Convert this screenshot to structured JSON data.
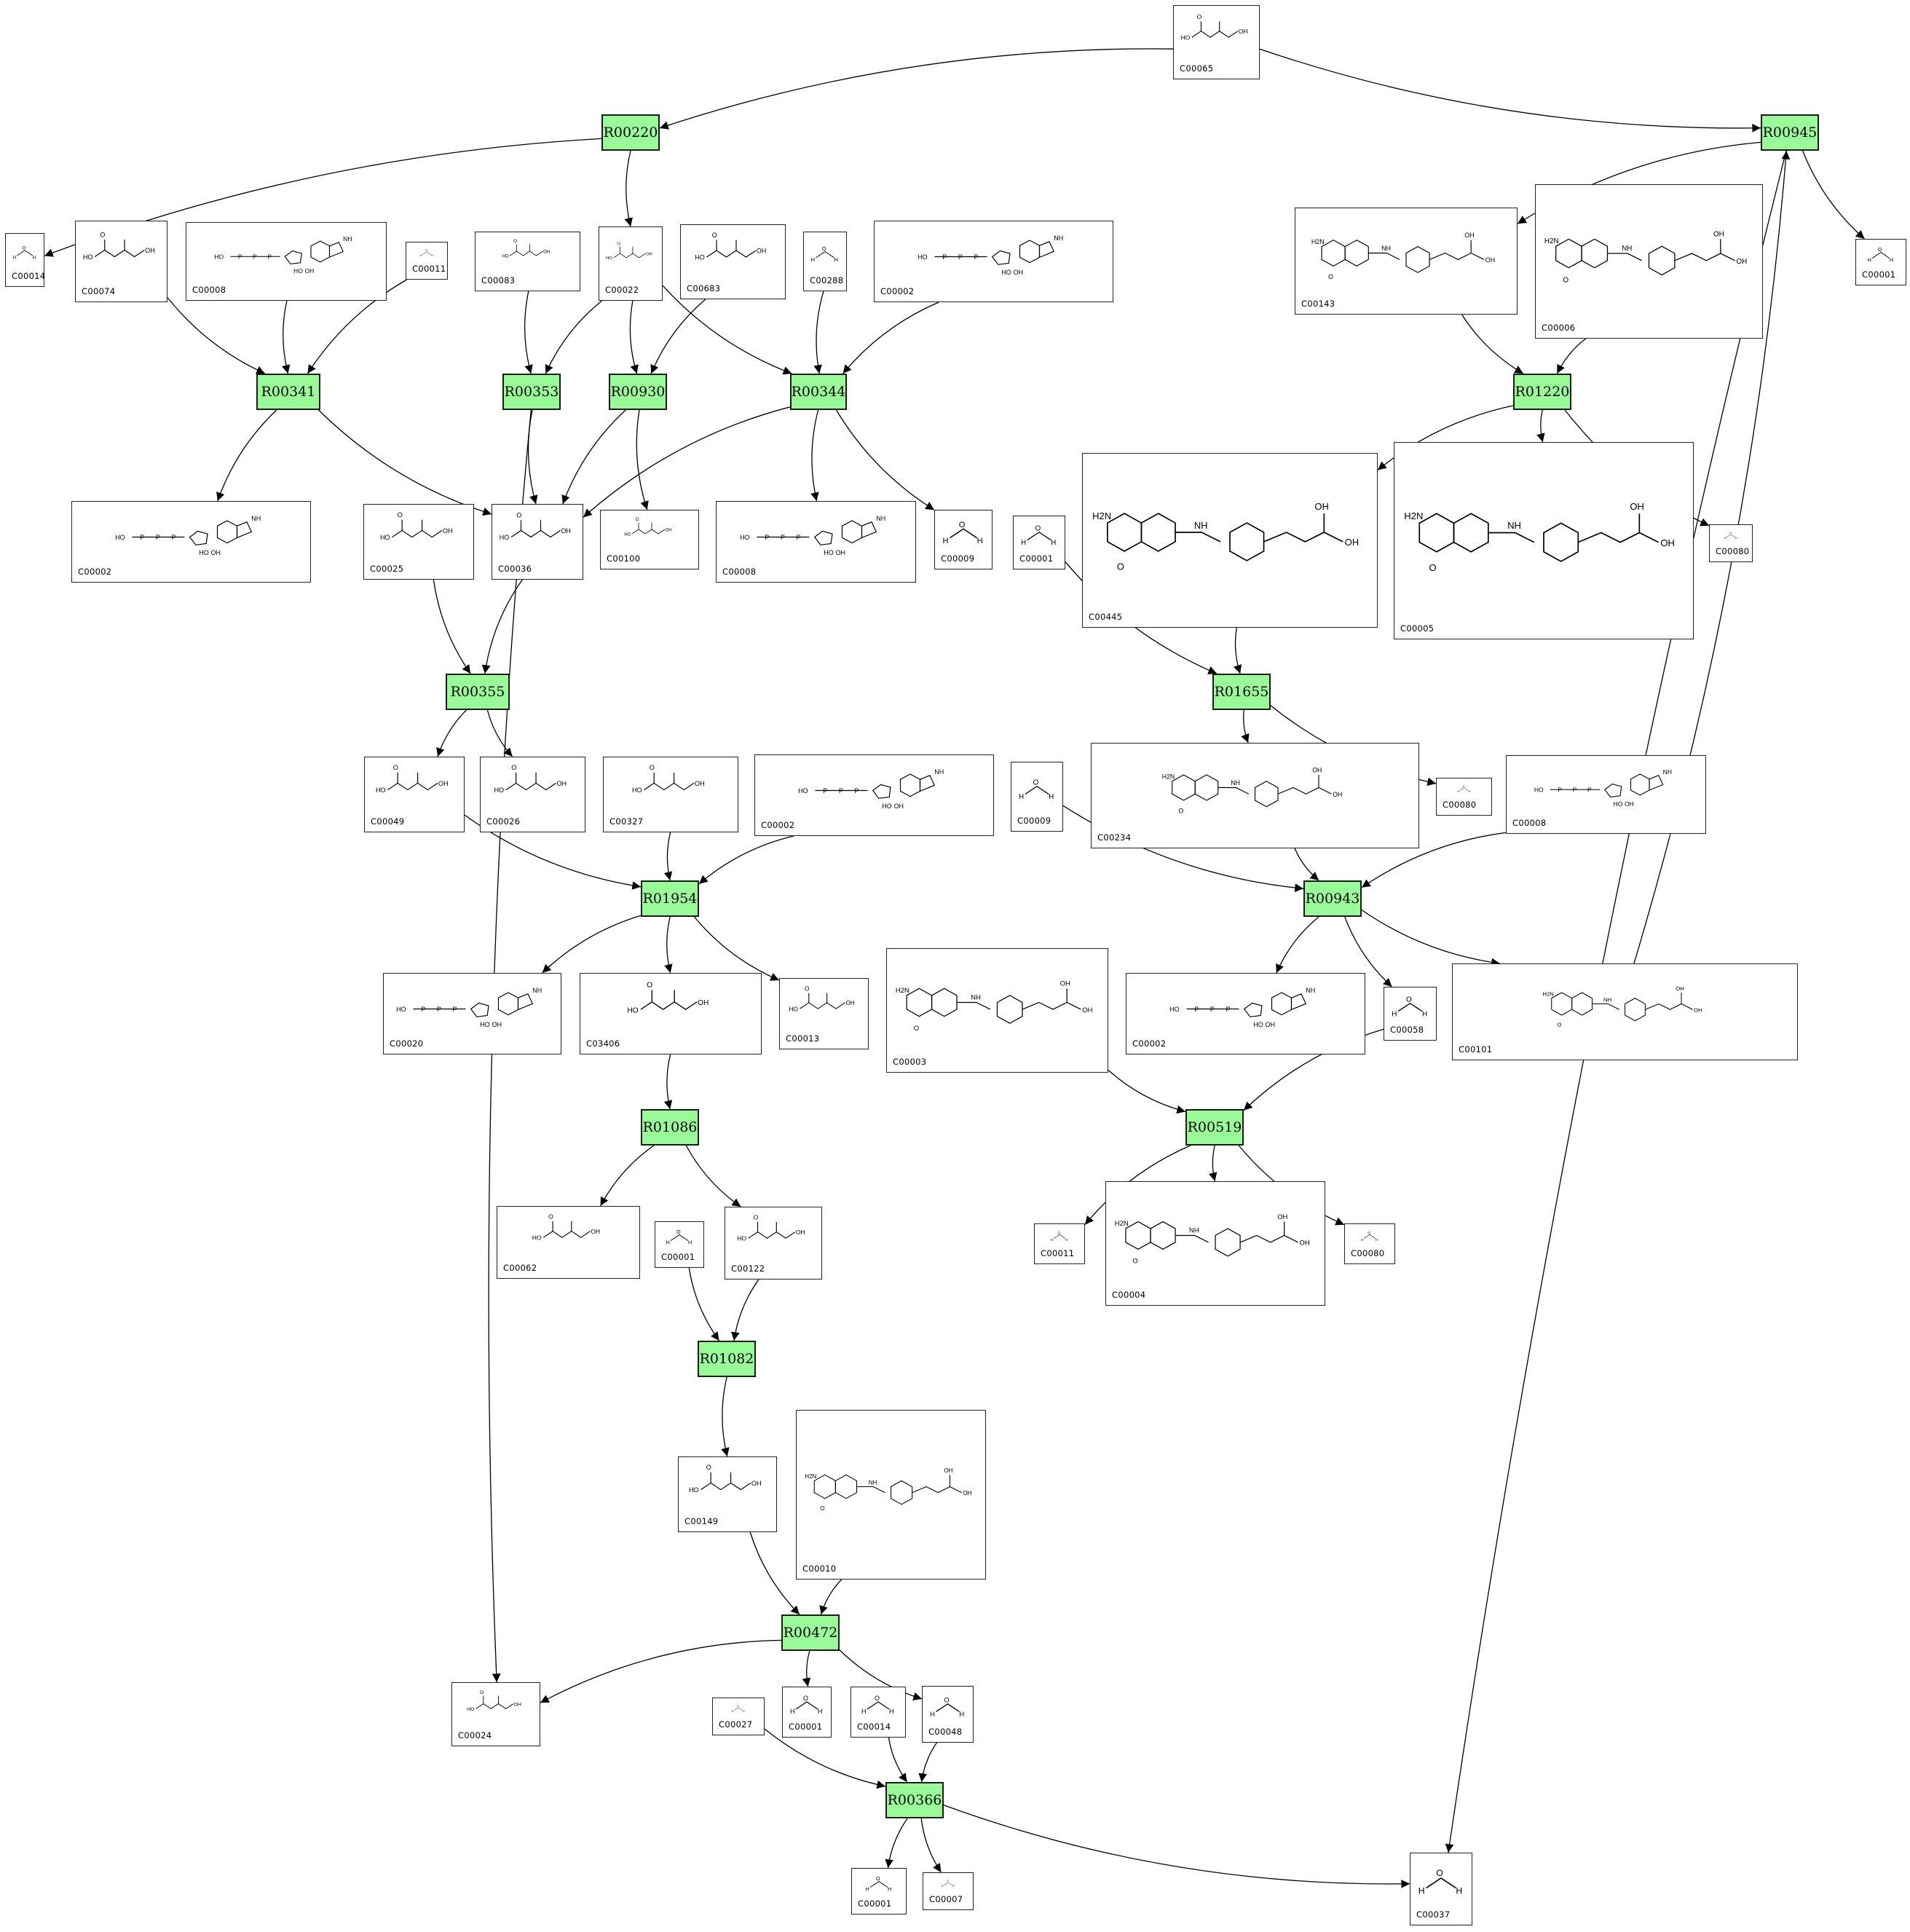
{
  "reactions": [
    {
      "key": "R00220",
      "label": "R00220"
    },
    {
      "key": "R00945",
      "label": "R00945"
    },
    {
      "key": "R00341",
      "label": "R00341"
    },
    {
      "key": "R00353",
      "label": "R00353"
    },
    {
      "key": "R00930",
      "label": "R00930"
    },
    {
      "key": "R00344",
      "label": "R00344"
    },
    {
      "key": "R01220",
      "label": "R01220"
    },
    {
      "key": "R00355",
      "label": "R00355"
    },
    {
      "key": "R01655",
      "label": "R01655"
    },
    {
      "key": "R01954",
      "label": "R01954"
    },
    {
      "key": "R00943",
      "label": "R00943"
    },
    {
      "key": "R01086",
      "label": "R01086"
    },
    {
      "key": "R00519",
      "label": "R00519"
    },
    {
      "key": "R01082",
      "label": "R01082"
    },
    {
      "key": "R00472",
      "label": "R00472"
    },
    {
      "key": "R00366",
      "label": "R00366"
    }
  ],
  "compounds": [
    {
      "key": "c00065",
      "id": "C00065",
      "struct": "sm"
    },
    {
      "key": "c00014a",
      "id": "C00014",
      "struct": "tiny"
    },
    {
      "key": "c00074",
      "id": "C00074",
      "struct": "sm"
    },
    {
      "key": "c00008a",
      "id": "C00008",
      "struct": "nuc"
    },
    {
      "key": "c00011a",
      "id": "C00011",
      "struct": "tiny"
    },
    {
      "key": "c00083",
      "id": "C00083",
      "struct": "sm"
    },
    {
      "key": "c00022",
      "id": "C00022",
      "struct": "sm"
    },
    {
      "key": "c00683",
      "id": "C00683",
      "struct": "sm"
    },
    {
      "key": "c00288",
      "id": "C00288",
      "struct": "tiny"
    },
    {
      "key": "c00002a",
      "id": "C00002",
      "struct": "nuc"
    },
    {
      "key": "c00143",
      "id": "C00143",
      "struct": "big"
    },
    {
      "key": "c00006",
      "id": "C00006",
      "struct": "big"
    },
    {
      "key": "c00001a",
      "id": "C00001",
      "struct": "tiny"
    },
    {
      "key": "c00002b",
      "id": "C00002",
      "struct": "nuc"
    },
    {
      "key": "c00036",
      "id": "C00036",
      "struct": "sm"
    },
    {
      "key": "c00025",
      "id": "C00025",
      "struct": "sm"
    },
    {
      "key": "c00100",
      "id": "C00100",
      "struct": "sm"
    },
    {
      "key": "c00008b",
      "id": "C00008",
      "struct": "nuc"
    },
    {
      "key": "c00009a",
      "id": "C00009",
      "struct": "tiny"
    },
    {
      "key": "c00001b",
      "id": "C00001",
      "struct": "tiny"
    },
    {
      "key": "c00445",
      "id": "C00445",
      "struct": "big"
    },
    {
      "key": "c00005",
      "id": "C00005",
      "struct": "big"
    },
    {
      "key": "c00080a",
      "id": "C00080",
      "struct": "tiny"
    },
    {
      "key": "c00049",
      "id": "C00049",
      "struct": "sm"
    },
    {
      "key": "c00026",
      "id": "C00026",
      "struct": "sm"
    },
    {
      "key": "c00327",
      "id": "C00327",
      "struct": "sm"
    },
    {
      "key": "c00002c",
      "id": "C00002",
      "struct": "nuc"
    },
    {
      "key": "c00009b",
      "id": "C00009",
      "struct": "tiny"
    },
    {
      "key": "c00234",
      "id": "C00234",
      "struct": "big"
    },
    {
      "key": "c00080b",
      "id": "C00080",
      "struct": "tiny"
    },
    {
      "key": "c00008c",
      "id": "C00008",
      "struct": "nuc"
    },
    {
      "key": "c00020",
      "id": "C00020",
      "struct": "nuc"
    },
    {
      "key": "c03406",
      "id": "C03406",
      "struct": "sm"
    },
    {
      "key": "c00013",
      "id": "C00013",
      "struct": "sm"
    },
    {
      "key": "c00003",
      "id": "C00003",
      "struct": "big"
    },
    {
      "key": "c00002d",
      "id": "C00002",
      "struct": "nuc"
    },
    {
      "key": "c00058",
      "id": "C00058",
      "struct": "tiny"
    },
    {
      "key": "c00101",
      "id": "C00101",
      "struct": "big"
    },
    {
      "key": "c00062",
      "id": "C00062",
      "struct": "sm"
    },
    {
      "key": "c00001c",
      "id": "C00001",
      "struct": "tiny"
    },
    {
      "key": "c00122",
      "id": "C00122",
      "struct": "sm"
    },
    {
      "key": "c00011b",
      "id": "C00011",
      "struct": "tiny"
    },
    {
      "key": "c00004",
      "id": "C00004",
      "struct": "big"
    },
    {
      "key": "c00080c",
      "id": "C00080",
      "struct": "tiny"
    },
    {
      "key": "c00149",
      "id": "C00149",
      "struct": "sm"
    },
    {
      "key": "c00010",
      "id": "C00010",
      "struct": "big"
    },
    {
      "key": "c00024",
      "id": "C00024",
      "struct": "sm"
    },
    {
      "key": "c00027",
      "id": "C00027",
      "struct": "tiny"
    },
    {
      "key": "c00001d",
      "id": "C00001",
      "struct": "tiny"
    },
    {
      "key": "c00014b",
      "id": "C00014",
      "struct": "tiny"
    },
    {
      "key": "c00048",
      "id": "C00048",
      "struct": "tiny"
    },
    {
      "key": "c00001e",
      "id": "C00001",
      "struct": "tiny"
    },
    {
      "key": "c00007",
      "id": "C00007",
      "struct": "tiny"
    },
    {
      "key": "c00037",
      "id": "C00037",
      "struct": "tiny"
    }
  ],
  "edges": [
    [
      "c00065",
      "R00220"
    ],
    [
      "c00065",
      "R00945"
    ],
    [
      "R00220",
      "c00014a"
    ],
    [
      "R00220",
      "c00022"
    ],
    [
      "R00945",
      "c00143"
    ],
    [
      "R00945",
      "c00001a"
    ],
    [
      "c00101",
      "R00945"
    ],
    [
      "R00945",
      "c00037"
    ],
    [
      "c00074",
      "R00341"
    ],
    [
      "c00008a",
      "R00341"
    ],
    [
      "c00011a",
      "R00341"
    ],
    [
      "R00341",
      "c00002b"
    ],
    [
      "R00341",
      "c00036"
    ],
    [
      "c00083",
      "R00353"
    ],
    [
      "c00022",
      "R00353"
    ],
    [
      "R00353",
      "c00036"
    ],
    [
      "R00353",
      "c00024"
    ],
    [
      "c00022",
      "R00930"
    ],
    [
      "c00683",
      "R00930"
    ],
    [
      "R00930",
      "c00036"
    ],
    [
      "R00930",
      "c00100"
    ],
    [
      "c00022",
      "R00344"
    ],
    [
      "c00288",
      "R00344"
    ],
    [
      "c00002a",
      "R00344"
    ],
    [
      "R00344",
      "c00036"
    ],
    [
      "R00344",
      "c00008b"
    ],
    [
      "R00344",
      "c00009a"
    ],
    [
      "c00143",
      "R01220"
    ],
    [
      "c00006",
      "R01220"
    ],
    [
      "R01220",
      "c00445"
    ],
    [
      "R01220",
      "c00005"
    ],
    [
      "R01220",
      "c00080a"
    ],
    [
      "c00036",
      "R00355"
    ],
    [
      "c00025",
      "R00355"
    ],
    [
      "R00355",
      "c00049"
    ],
    [
      "R00355",
      "c00026"
    ],
    [
      "c00445",
      "R01655"
    ],
    [
      "c00001b",
      "R01655"
    ],
    [
      "R01655",
      "c00234"
    ],
    [
      "R01655",
      "c00080b"
    ],
    [
      "c00049",
      "R01954"
    ],
    [
      "c00327",
      "R01954"
    ],
    [
      "c00002c",
      "R01954"
    ],
    [
      "R01954",
      "c00020"
    ],
    [
      "R01954",
      "c03406"
    ],
    [
      "R01954",
      "c00013"
    ],
    [
      "c00009b",
      "R00943"
    ],
    [
      "c00234",
      "R00943"
    ],
    [
      "c00008c",
      "R00943"
    ],
    [
      "R00943",
      "c00002d"
    ],
    [
      "R00943",
      "c00058"
    ],
    [
      "R00943",
      "c00101"
    ],
    [
      "c03406",
      "R01086"
    ],
    [
      "R01086",
      "c00062"
    ],
    [
      "R01086",
      "c00122"
    ],
    [
      "c00003",
      "R00519"
    ],
    [
      "c00058",
      "R00519"
    ],
    [
      "R00519",
      "c00011b"
    ],
    [
      "R00519",
      "c00004"
    ],
    [
      "R00519",
      "c00080c"
    ],
    [
      "c00001c",
      "R01082"
    ],
    [
      "c00122",
      "R01082"
    ],
    [
      "R01082",
      "c00149"
    ],
    [
      "c00149",
      "R00472"
    ],
    [
      "c00010",
      "R00472"
    ],
    [
      "R00472",
      "c00024"
    ],
    [
      "R00472",
      "c00001d"
    ],
    [
      "R00472",
      "c00048"
    ],
    [
      "c00027",
      "R00366"
    ],
    [
      "c00014b",
      "R00366"
    ],
    [
      "c00048",
      "R00366"
    ],
    [
      "R00366",
      "c00001e"
    ],
    [
      "R00366",
      "c00007"
    ],
    [
      "R00366",
      "c00037"
    ]
  ]
}
